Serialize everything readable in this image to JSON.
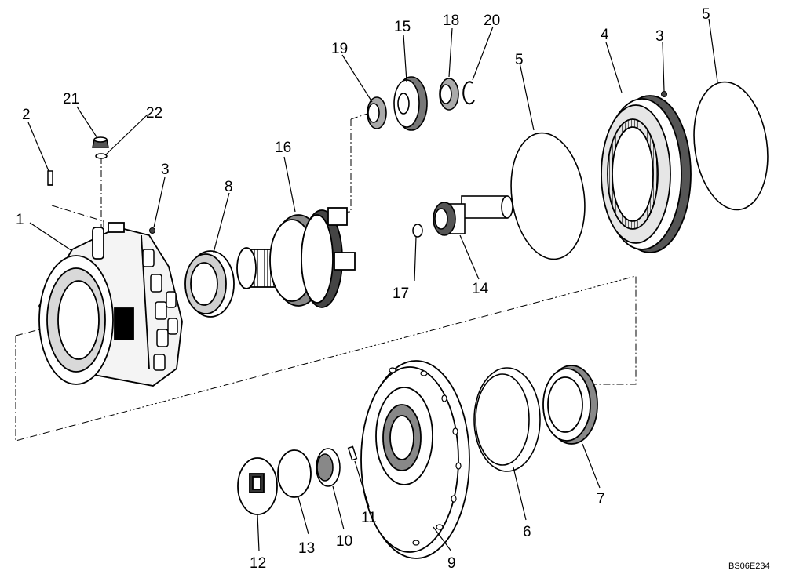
{
  "diagram": {
    "reference_code": "BS06E234",
    "callouts": [
      {
        "id": "c1",
        "label": "1"
      },
      {
        "id": "c2",
        "label": "2"
      },
      {
        "id": "c3a",
        "label": "3"
      },
      {
        "id": "c3b",
        "label": "3"
      },
      {
        "id": "c4",
        "label": "4"
      },
      {
        "id": "c5a",
        "label": "5"
      },
      {
        "id": "c5b",
        "label": "5"
      },
      {
        "id": "c6",
        "label": "6"
      },
      {
        "id": "c7",
        "label": "7"
      },
      {
        "id": "c8",
        "label": "8"
      },
      {
        "id": "c9",
        "label": "9"
      },
      {
        "id": "c10",
        "label": "10"
      },
      {
        "id": "c11",
        "label": "11"
      },
      {
        "id": "c12",
        "label": "12"
      },
      {
        "id": "c13",
        "label": "13"
      },
      {
        "id": "c14",
        "label": "14"
      },
      {
        "id": "c15",
        "label": "15"
      },
      {
        "id": "c16",
        "label": "16"
      },
      {
        "id": "c17",
        "label": "17"
      },
      {
        "id": "c18",
        "label": "18"
      },
      {
        "id": "c19",
        "label": "19"
      },
      {
        "id": "c20",
        "label": "20"
      },
      {
        "id": "c21",
        "label": "21"
      },
      {
        "id": "c22",
        "label": "22"
      }
    ]
  }
}
